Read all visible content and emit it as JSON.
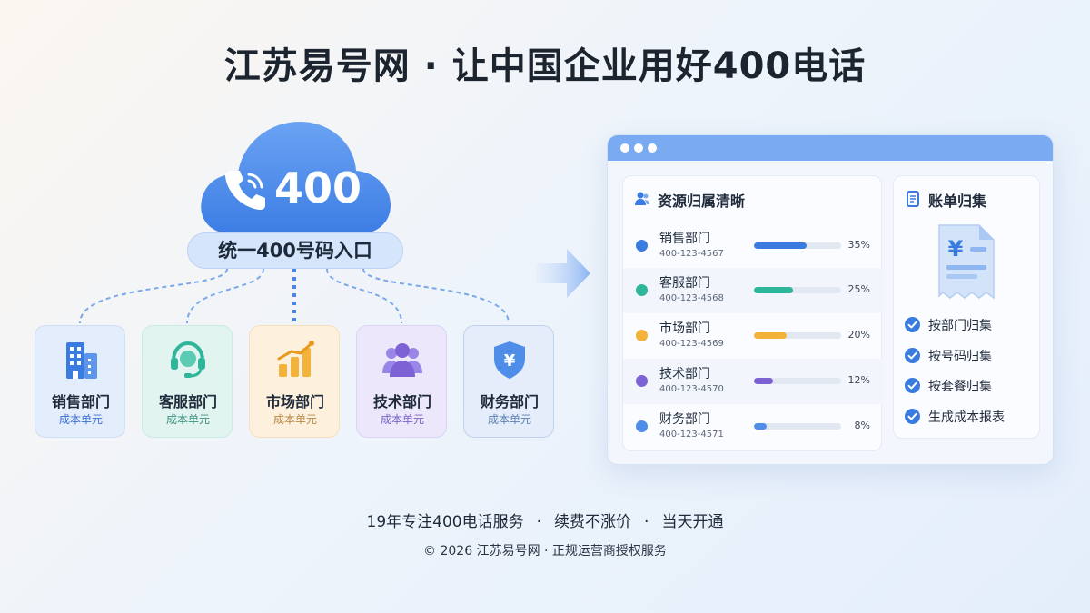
{
  "title": "江苏易号网 · 让中国企业用好400电话",
  "cloud": {
    "number": "400",
    "entry_label": "统一400号码入口"
  },
  "departments": [
    {
      "name": "销售部门",
      "sub": "成本单元",
      "icon": "building-icon",
      "color": "#3a7be0"
    },
    {
      "name": "客服部门",
      "sub": "成本单元",
      "icon": "headset-icon",
      "color": "#2fb59a"
    },
    {
      "name": "市场部门",
      "sub": "成本单元",
      "icon": "bar-chart-icon",
      "color": "#f3b23a"
    },
    {
      "name": "技术部门",
      "sub": "成本单元",
      "icon": "team-icon",
      "color": "#7d62d6"
    },
    {
      "name": "财务部门",
      "sub": "成本单元",
      "icon": "yuan-shield-icon",
      "color": "#4f8ee8"
    }
  ],
  "resource_panel": {
    "title": "资源归属清晰",
    "rows": [
      {
        "name": "销售部门",
        "phone": "400-123-4567",
        "percent_label": "35%",
        "value": 0.6,
        "color": "#3a7be0"
      },
      {
        "name": "客服部门",
        "phone": "400-123-4568",
        "percent_label": "25%",
        "value": 0.45,
        "color": "#2fb59a"
      },
      {
        "name": "市场部门",
        "phone": "400-123-4569",
        "percent_label": "20%",
        "value": 0.37,
        "color": "#f3b23a"
      },
      {
        "name": "技术部门",
        "phone": "400-123-4570",
        "percent_label": "12%",
        "value": 0.22,
        "color": "#7d62d6"
      },
      {
        "name": "财务部门",
        "phone": "400-123-4571",
        "percent_label": "8%",
        "value": 0.15,
        "color": "#4f8ee8"
      }
    ]
  },
  "bill_panel": {
    "title": "账单归集",
    "items": [
      "按部门归集",
      "按号码归集",
      "按套餐归集",
      "生成成本报表"
    ]
  },
  "tagline": [
    "19年专注400电话服务",
    "续费不涨价",
    "当天开通"
  ],
  "tagline_separator": "·",
  "copyright": "© 2026 江苏易号网 · 正规运营商授权服务"
}
